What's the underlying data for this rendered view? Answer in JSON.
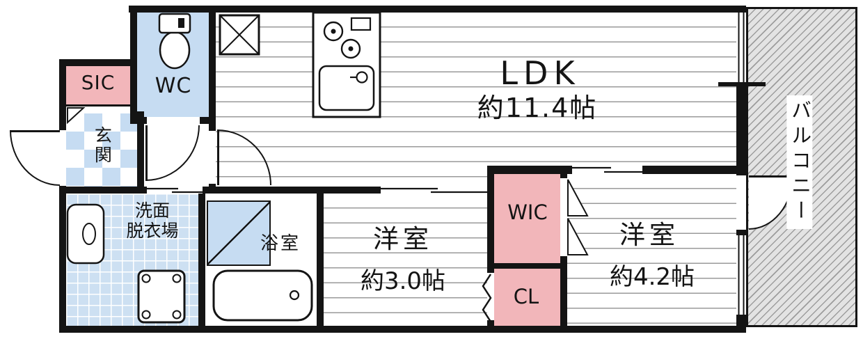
{
  "plan": {
    "type": "floorplan",
    "rooms": {
      "sic": {
        "label": "SIC"
      },
      "wc": {
        "label": "WC"
      },
      "genkan": {
        "label": "玄関"
      },
      "ldk": {
        "label": "LDK",
        "size": "約11.4帖"
      },
      "washroom": {
        "label_line1": "洗面",
        "label_line2": "脱衣場"
      },
      "bathroom": {
        "label": "浴室"
      },
      "bedroom_small": {
        "label": "洋室",
        "size": "約3.0帖"
      },
      "wic": {
        "label": "WIC"
      },
      "cl": {
        "label": "CL"
      },
      "bedroom_large": {
        "label": "洋室",
        "size": "約4.2帖"
      },
      "balcony": {
        "label": "バルコニー"
      }
    },
    "colors": {
      "wall": "#141414",
      "pink": "#f2b6ba",
      "blue": "#c6dcf2",
      "washroom_blue": "#cde0f2",
      "floor_line": "#9a9a9a",
      "balcony_fill": "#e3e3e3",
      "balcony_line": "#9d9d9d"
    },
    "icons": [
      "toilet-icon",
      "pipe-space-icon",
      "kitchen-counter-icon",
      "stove-icon",
      "sink-icon",
      "vanity-icon",
      "washing-machine-pan-icon",
      "bathtub-icon",
      "bathroom-door-icon",
      "sic-door-icon",
      "cl-folding-door-icon",
      "wic-door-icon",
      "entrance-door-arc-icon",
      "wc-door-arc-icon",
      "ldk-door-arc-icon",
      "balcony-door-arc-icon"
    ]
  }
}
